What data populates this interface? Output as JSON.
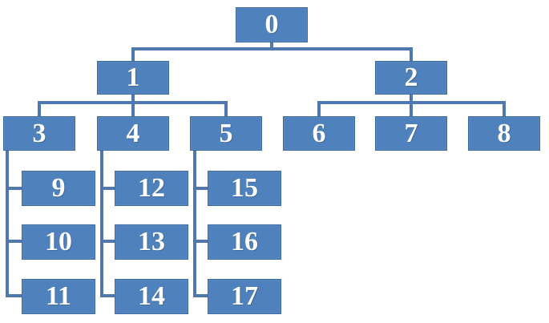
{
  "diagram": {
    "nodes": {
      "n0": "0",
      "n1": "1",
      "n2": "2",
      "n3": "3",
      "n4": "4",
      "n5": "5",
      "n6": "6",
      "n7": "7",
      "n8": "8",
      "n9": "9",
      "n10": "10",
      "n11": "11",
      "n12": "12",
      "n13": "13",
      "n14": "14",
      "n15": "15",
      "n16": "16",
      "n17": "17"
    }
  }
}
